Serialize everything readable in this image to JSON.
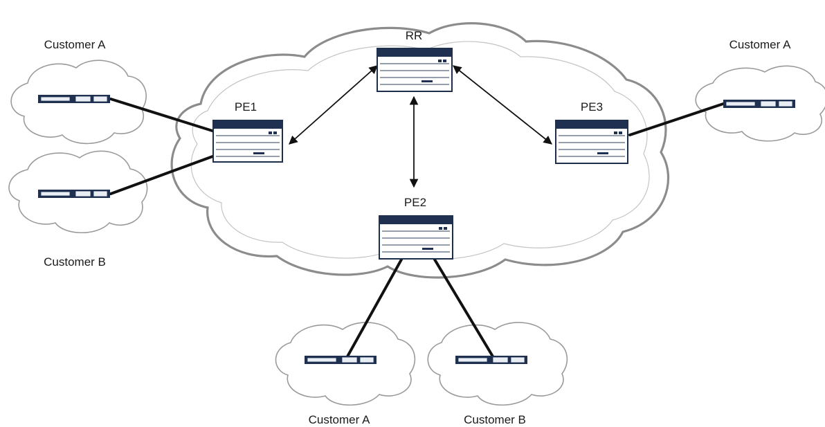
{
  "diagram": {
    "provider_nodes": {
      "rr": "RR",
      "pe1": "PE1",
      "pe2": "PE2",
      "pe3": "PE3"
    },
    "customer_labels": {
      "pe1_top": "Customer A",
      "pe1_bottom": "Customer B",
      "pe3": "Customer A",
      "pe2_left": "Customer A",
      "pe2_right": "Customer B"
    },
    "colors": {
      "device_navy": "#1f3050",
      "cloud_outline": "#9a9a9a",
      "link": "#111111"
    }
  }
}
